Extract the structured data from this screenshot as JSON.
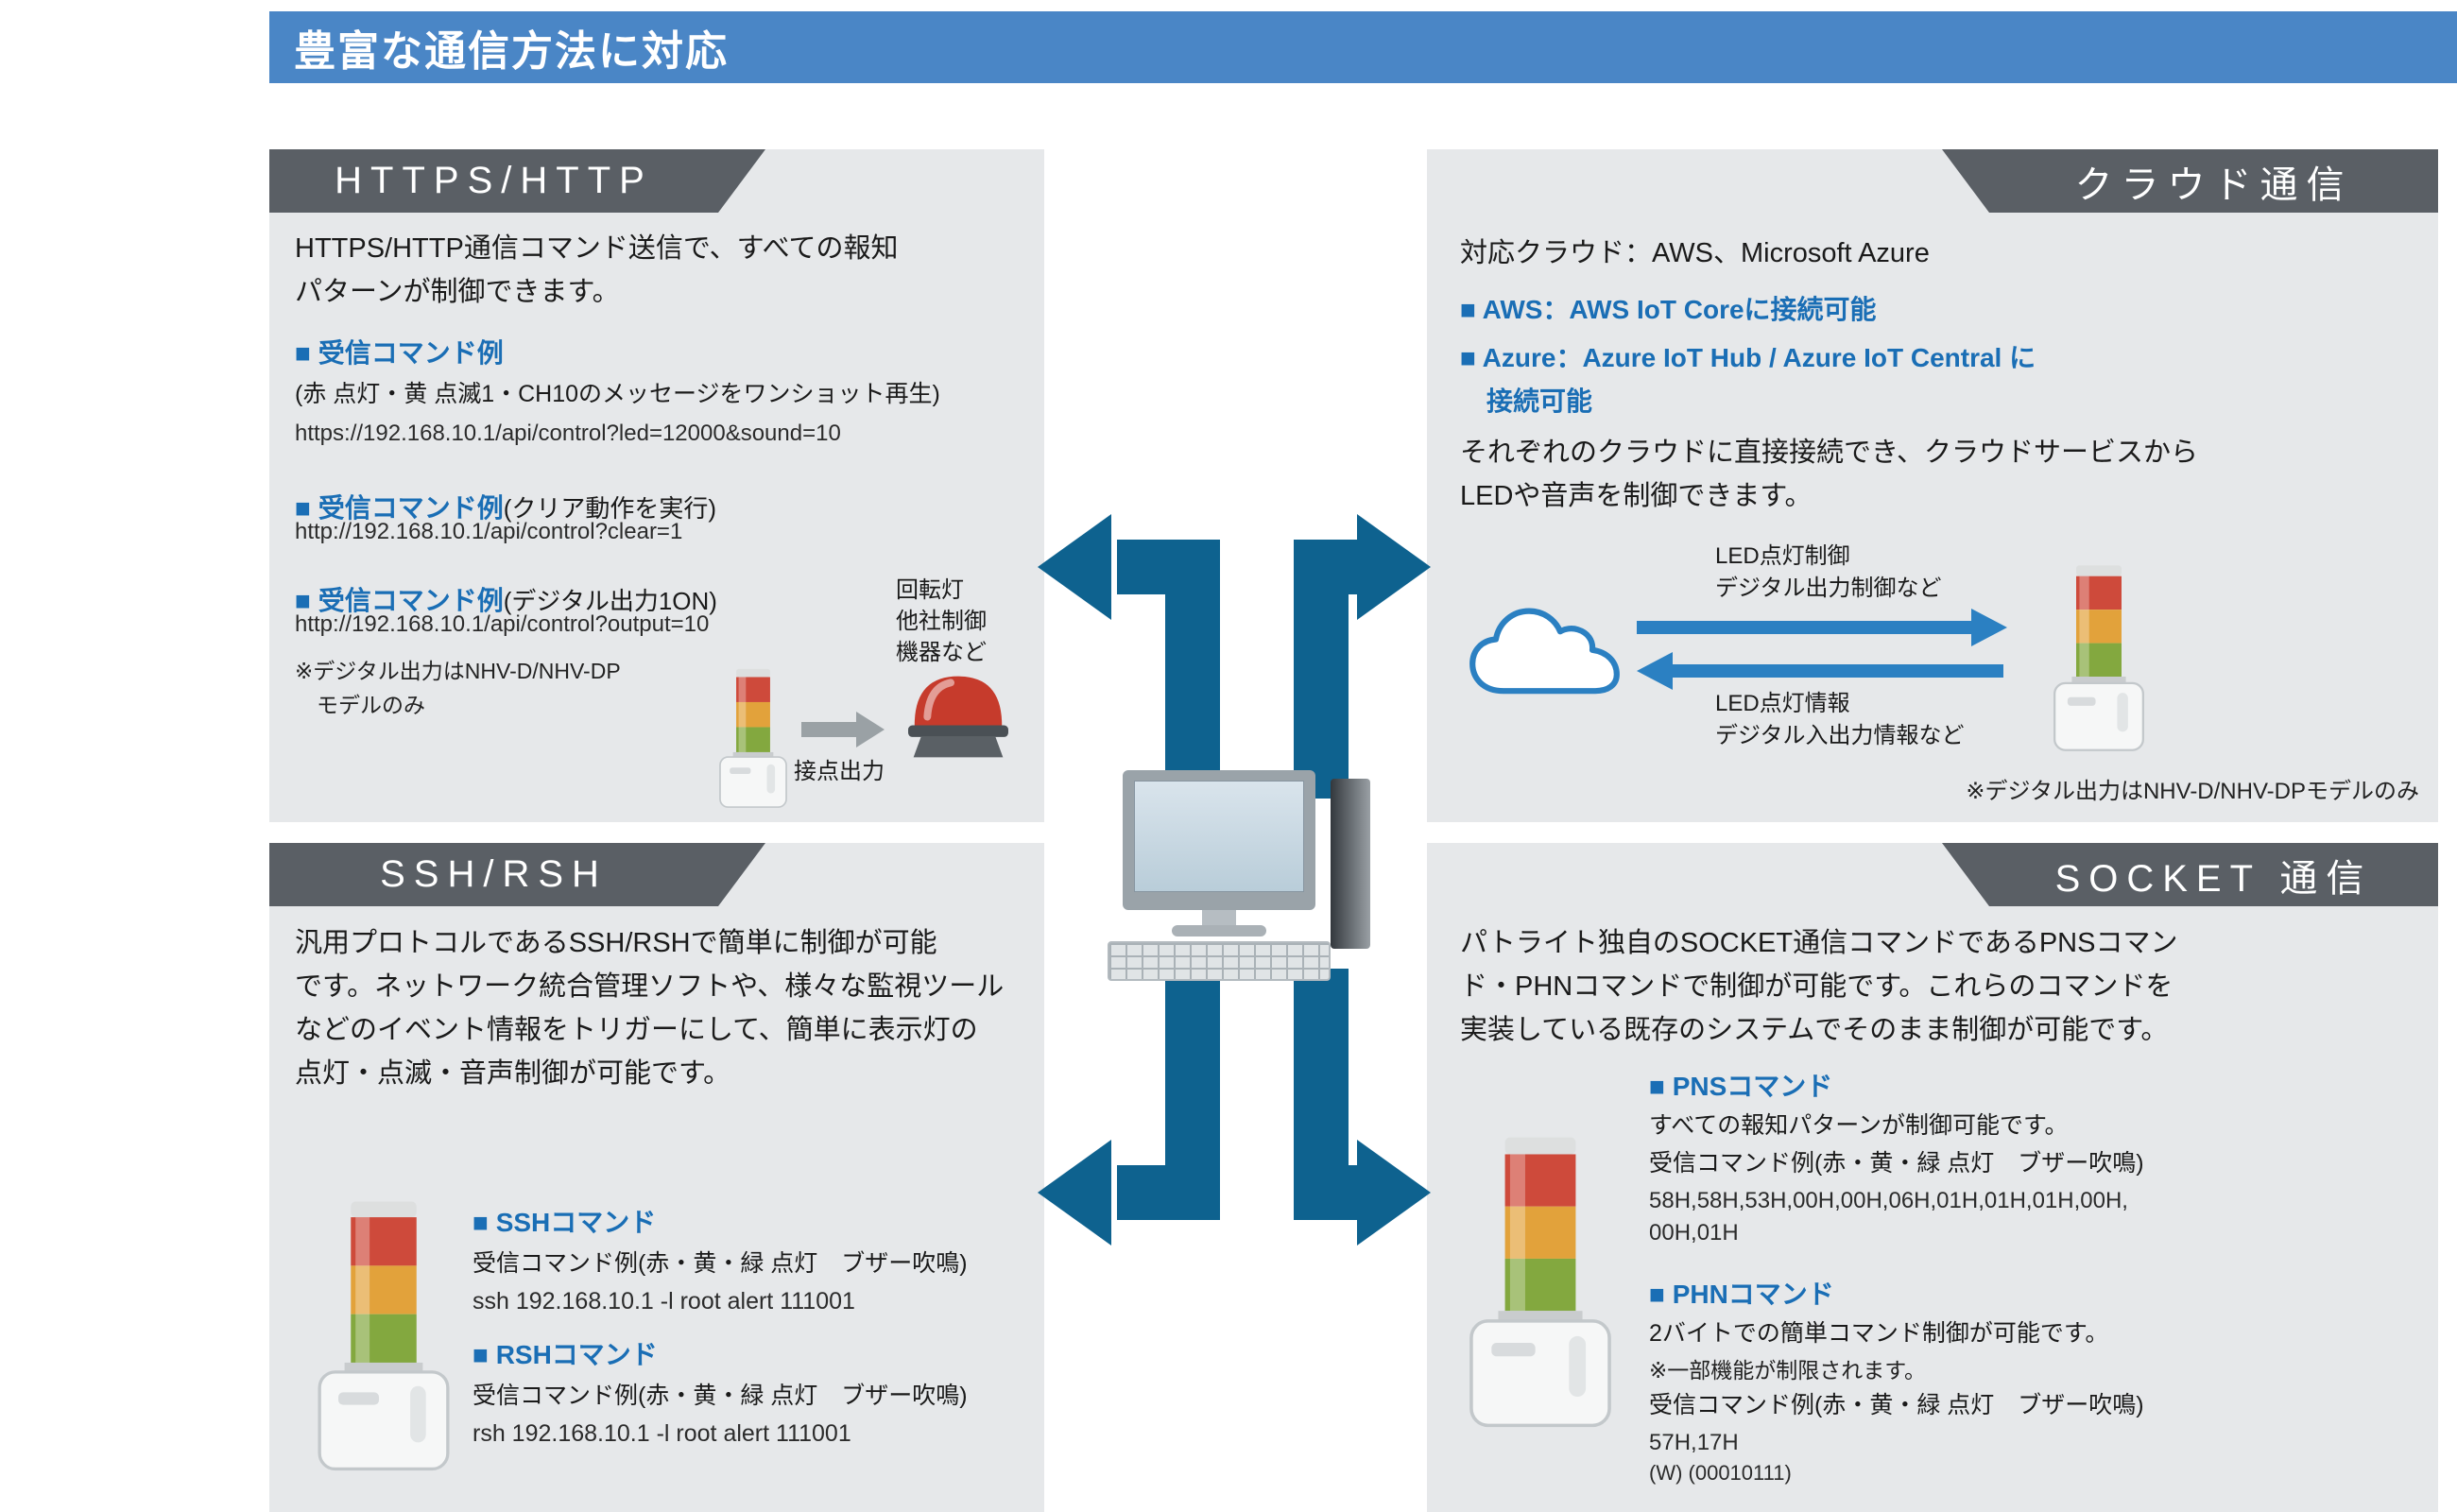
{
  "header": {
    "title": "豊富な通信方法に対応"
  },
  "colors": {
    "header_bg": "#4a86c6",
    "panel_bg": "#e6e8ea",
    "banner_bg": "#5a5f65",
    "accent_blue": "#1a6eb5",
    "arrow_dark": "#0e628f",
    "arrow_light": "#2b80c2",
    "tower_red": "#ce4a3b",
    "tower_amber": "#e2a23b",
    "tower_green": "#83a83f"
  },
  "panels": {
    "https": {
      "title": "HTTPS/HTTP",
      "intro": "HTTPS/HTTP通信コマンド送信で、すべての報知\nパターンが制御できます。",
      "examples": [
        {
          "label": "■ 受信コマンド例",
          "desc": "(赤 点灯・黄 点滅1・CH10のメッセージをワンショット再生)",
          "command": "https://192.168.10.1/api/control?led=12000&sound=10"
        },
        {
          "label": "■ 受信コマンド例",
          "desc": "(クリア動作を実行)",
          "command": "http://192.168.10.1/api/control?clear=1"
        },
        {
          "label": "■ 受信コマンド例",
          "desc": "(デジタル出力1ON)",
          "command": "http://192.168.10.1/api/control?output=10"
        }
      ],
      "note": "※デジタル出力はNHV-D/NHV-DP\n　モデルのみ",
      "contact_output_label": "接点出力",
      "beacon_label": "回転灯\n他社制御\n機器など"
    },
    "cloud": {
      "title": "クラウド通信",
      "supported": "対応クラウド：AWS、Microsoft Azure",
      "aws_line": "■ AWS：AWS IoT Coreに接続可能",
      "azure_line": "■ Azure：Azure IoT Hub / Azure IoT Central に\n　接続可能",
      "desc": "それぞれのクラウドに直接接続でき、クラウドサービスから\nLEDや音声を制御できます。",
      "to_device_label": "LED点灯制御\nデジタル出力制御など",
      "to_cloud_label": "LED点灯情報\nデジタル入出力情報など",
      "note": "※デジタル出力はNHV-D/NHV-DPモデルのみ"
    },
    "ssh": {
      "title": "SSH/RSH",
      "intro": "汎用プロトコルであるSSH/RSHで簡単に制御が可能\nです。ネットワーク統合管理ソフトや、様々な監視ツール\nなどのイベント情報をトリガーにして、簡単に表示灯の\n点灯・点滅・音声制御が可能です。",
      "commands": [
        {
          "label": "■ SSHコマンド",
          "desc": "受信コマンド例(赤・黄・緑 点灯　ブザー吹鳴)",
          "command": "ssh 192.168.10.1 -l root alert 111001"
        },
        {
          "label": "■ RSHコマンド",
          "desc": "受信コマンド例(赤・黄・緑 点灯　ブザー吹鳴)",
          "command": "rsh 192.168.10.1 -l root alert 111001"
        }
      ]
    },
    "socket": {
      "title": "SOCKET 通信",
      "intro": "パトライト独自のSOCKET通信コマンドであるPNSコマン\nド・PHNコマンドで制御が可能です。これらのコマンドを\n実装している既存のシステムでそのまま制御が可能です。",
      "pns": {
        "label": "■ PNSコマンド",
        "desc": "すべての報知パターンが制御可能です。",
        "example_label": "受信コマンド例(赤・黄・緑 点灯　ブザー吹鳴)",
        "command": "58H,58H,53H,00H,00H,06H,01H,01H,01H,00H,\n00H,01H"
      },
      "phn": {
        "label": "■ PHNコマンド",
        "desc": "2バイトでの簡単コマンド制御が可能です。",
        "note": "※一部機能が制限されます。",
        "example_label": "受信コマンド例(赤・黄・緑 点灯　ブザー吹鳴)",
        "command": "57H,17H",
        "binary": "(W) (00010111)"
      }
    }
  }
}
